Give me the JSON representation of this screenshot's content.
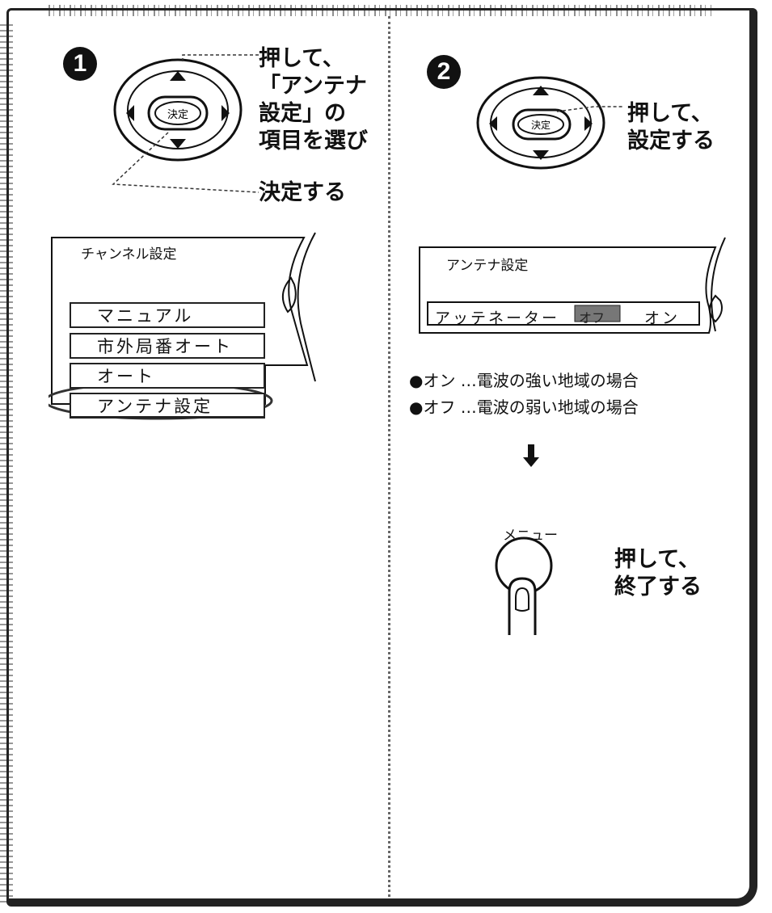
{
  "step1": {
    "number": "1",
    "remote_center": "決定",
    "instruction_press_lines": [
      "押して、",
      "「アンテナ",
      "設定」の",
      "項目を選び"
    ],
    "instruction_enter": "決定する",
    "screen": {
      "title": "チャンネル設定",
      "items": [
        "マニュアル",
        "市外局番オート",
        "オート",
        "アンテナ設定"
      ]
    }
  },
  "step2": {
    "number": "2",
    "remote_center": "決定",
    "instruction_lines": [
      "押して、",
      "設定する"
    ],
    "screen": {
      "title": "アンテナ設定",
      "row_label": "アッテネーター",
      "row_value_highlight": "オフ",
      "row_value": "オン"
    },
    "notes": [
      "●オン …電波の強い地域の場合",
      "●オフ …電波の弱い地域の場合"
    ],
    "menu_button_label": "メニュー",
    "exit_lines": [
      "押して、",
      "終了する"
    ]
  }
}
